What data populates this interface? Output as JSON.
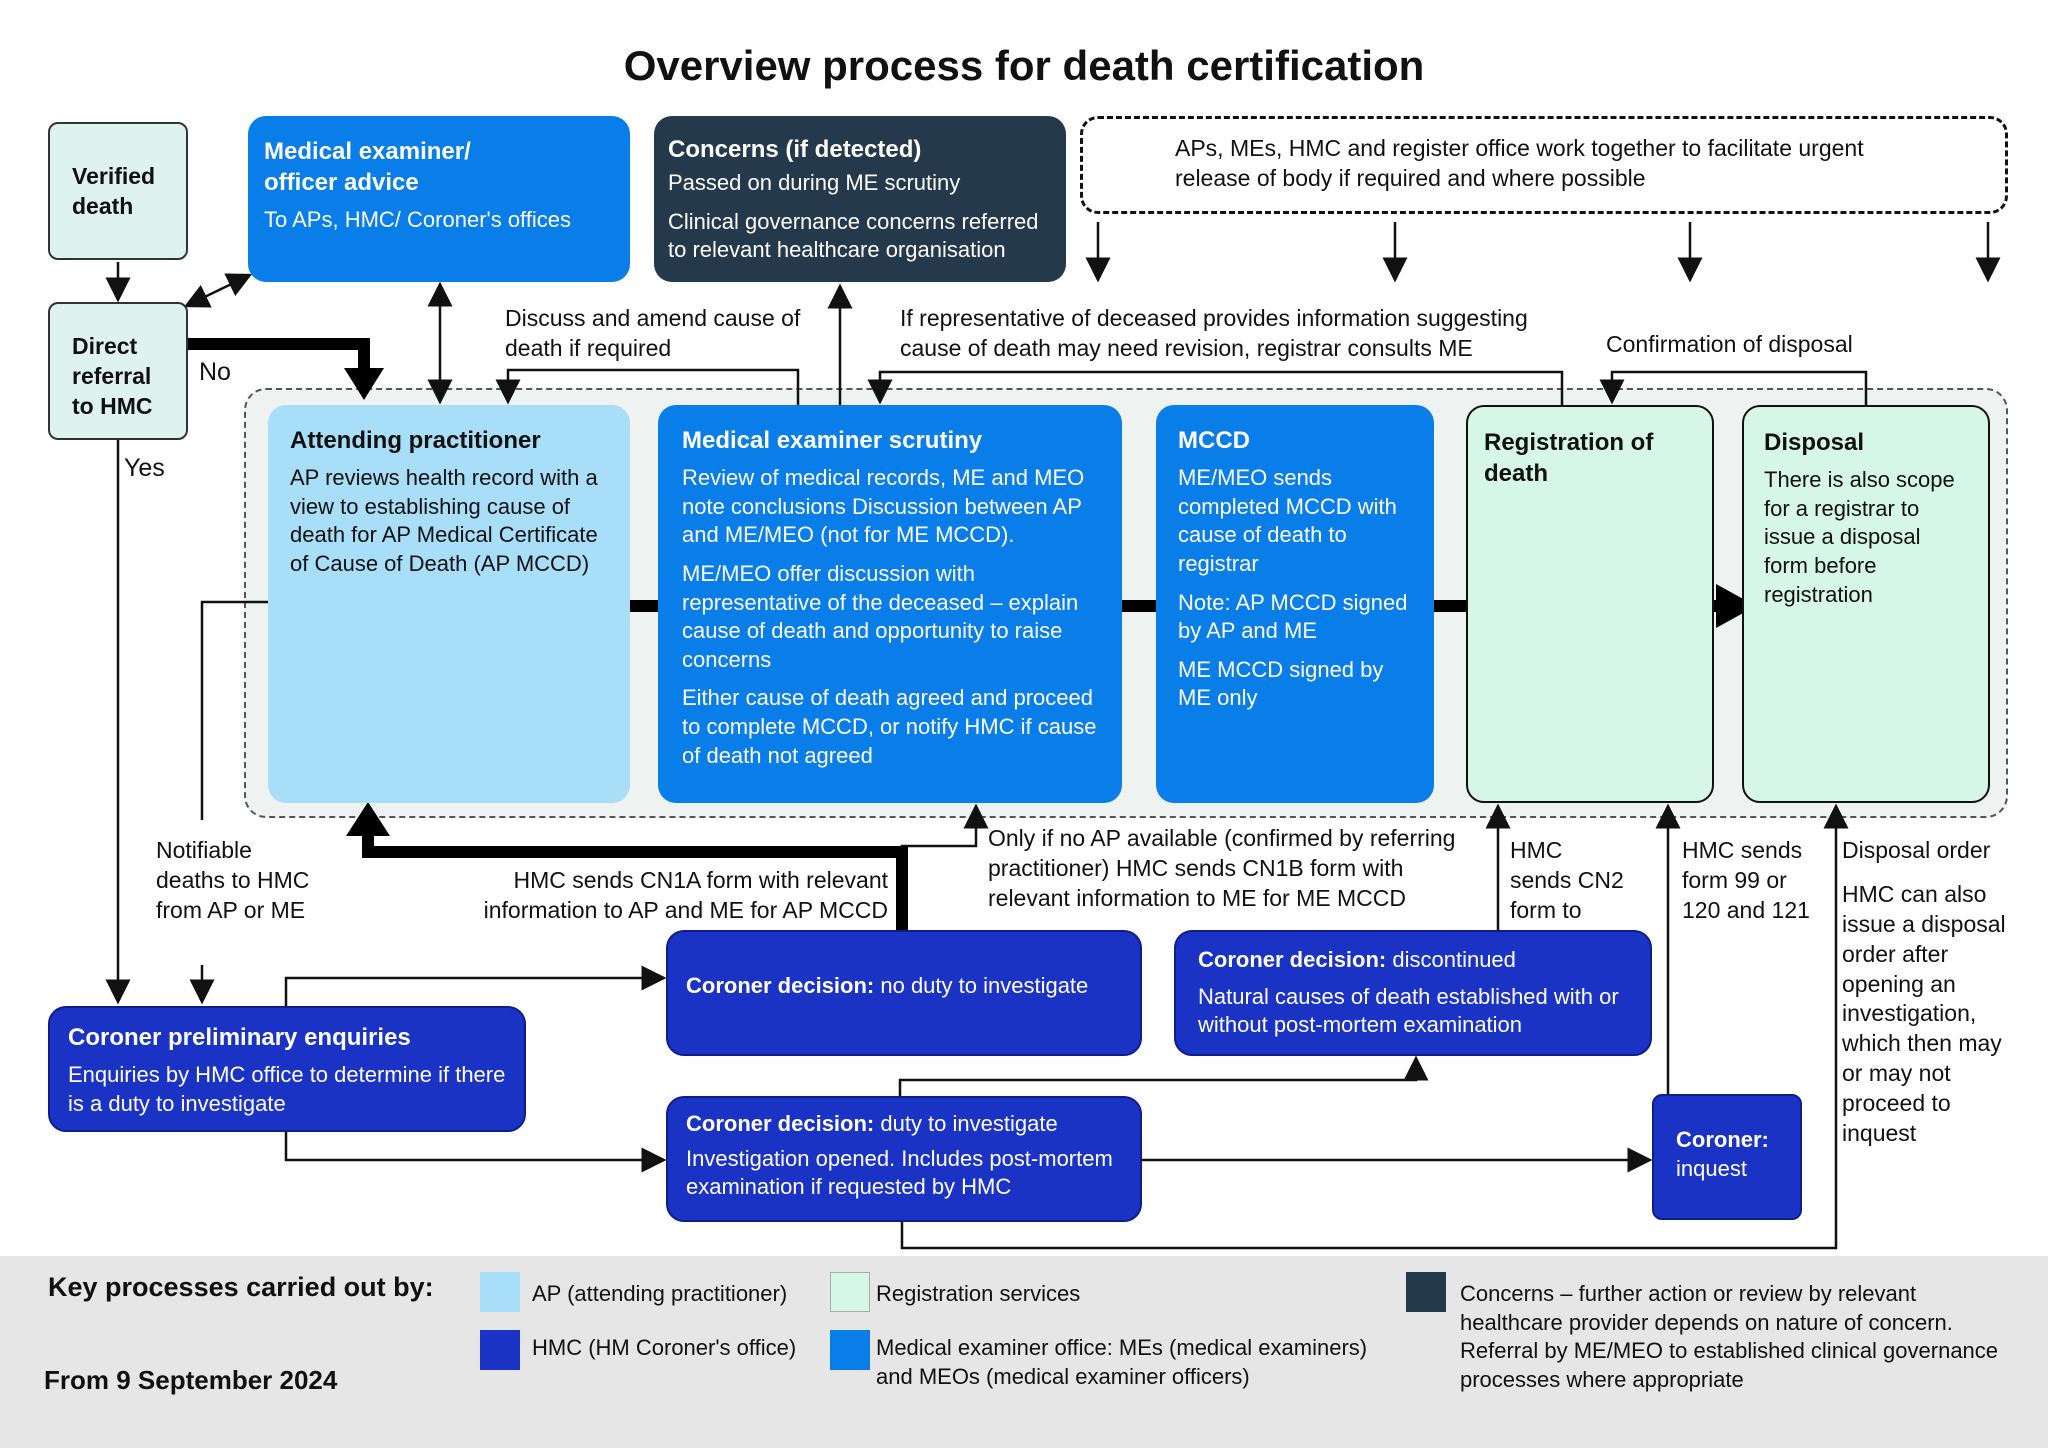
{
  "title": "Overview process for death certification",
  "verified": "Verified death",
  "direct_referral": "Direct referral to HMC",
  "label_no": "No",
  "label_yes": "Yes",
  "me_advice": {
    "title": "Medical examiner/ officer advice",
    "text": "To APs, HMC/ Coroner's offices"
  },
  "concerns": {
    "title": "Concerns (if detected)",
    "line1": "Passed on during ME scrutiny",
    "line2": "Clinical governance concerns referred to relevant healthcare organisation"
  },
  "urgent_release": "APs, MEs, HMC and register office work together to facilitate urgent release of body if required and where possible",
  "discuss_amend": "Discuss and amend cause of death if required",
  "representative_info": "If representative of deceased provides information suggesting cause of death may need revision, registrar consults ME",
  "confirmation_disposal": "Confirmation of disposal",
  "attending": {
    "title": "Attending practitioner",
    "text": "AP reviews health record with a view to establishing cause of death for AP Medical Certificate of Cause of Death (AP MCCD)"
  },
  "scrutiny": {
    "title": "Medical examiner scrutiny",
    "p1": "Review of medical records, ME and MEO note conclusions Discussion between AP and ME/MEO (not for ME MCCD).",
    "p2": "ME/MEO offer discussion with representative of the deceased – explain cause of death and opportunity to raise concerns",
    "p3": "Either cause of death agreed and proceed to complete MCCD, or notify HMC if cause of death not agreed"
  },
  "mccd": {
    "title": "MCCD",
    "p1": "ME/MEO sends completed MCCD with cause of death to registrar",
    "p2": "Note: AP MCCD signed by AP and ME",
    "p3": "ME MCCD signed by ME only"
  },
  "registration": {
    "title": "Registration of death"
  },
  "disposal": {
    "title": "Disposal",
    "text": "There is also scope for a registrar to issue a disposal form before registration"
  },
  "notifiable": "Notifiable deaths to HMC from AP or ME",
  "cn1a": "HMC sends CN1A form with relevant information to AP and ME for AP MCCD",
  "cn1b": "Only if no AP available (confirmed by referring practitioner) HMC sends CN1B form with relevant information to ME for ME MCCD",
  "cn2": "HMC sends CN2 form to registrar",
  "form99": "HMC sends form 99 or 120 and 121",
  "disposal_order": {
    "title": "Disposal order",
    "text": "HMC can also issue a disposal order after opening an investigation, which then may or may not proceed to inquest"
  },
  "prelim": {
    "title": "Coroner preliminary enquiries",
    "text": "Enquiries by HMC office to determine if there is a duty to investigate"
  },
  "no_duty": {
    "bold": "Coroner decision:",
    "rest": " no duty to investigate"
  },
  "discontinued": {
    "bold": "Coroner decision:",
    "rest": " discontinued",
    "text": "Natural causes of death established with or without post-mortem examination"
  },
  "duty": {
    "bold": "Coroner decision:",
    "rest": " duty to investigate",
    "text": "Investigation opened. Includes post-mortem examination if requested by HMC"
  },
  "inquest": {
    "bold": "Coroner:",
    "rest": "inquest"
  },
  "key": {
    "heading": "Key processes carried out by:",
    "date": "From 9 September 2024",
    "ap": "AP (attending practitioner)",
    "registration": "Registration services",
    "hmc": "HMC (HM Coroner's office)",
    "meo": "Medical examiner office: MEs (medical examiners) and MEOs (medical examiner officers)",
    "concerns": "Concerns – further action or review by relevant healthcare provider depends on nature of concern. Referral by ME/MEO to established clinical governance processes where appropriate"
  },
  "colors": {
    "ap": "#a8def8",
    "meo": "#0a7ee8",
    "registration": "#d6f7e8",
    "hmc": "#1a33c4",
    "concerns": "#25394c",
    "key_bg": "#e6e6e6"
  }
}
